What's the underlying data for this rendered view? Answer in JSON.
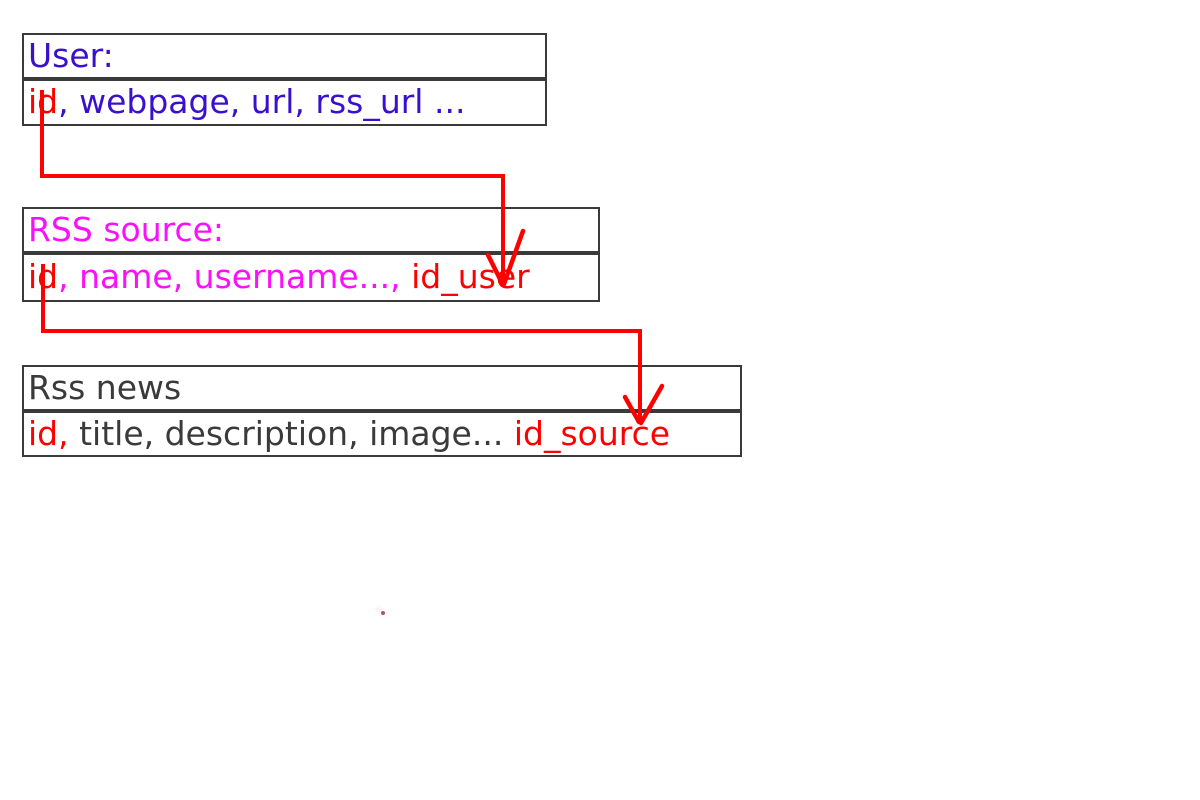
{
  "colors": {
    "border": "#3a3a3a",
    "arrow": "#ff0000",
    "key_red": "#ff0000",
    "user_blue": "#3a10cf",
    "source_magenta": "#fa10fa",
    "news_dark": "#3a3a3a",
    "stray_mark": "#a63055"
  },
  "tables": [
    {
      "name": "user",
      "title": "User:",
      "title_color": "#3a10cf",
      "segments": [
        {
          "text": "id",
          "color": "#ff0000"
        },
        {
          "text": ", webpage, url, rss_url ...",
          "color": "#3a10cf"
        }
      ]
    },
    {
      "name": "rss-source",
      "title": "RSS source:",
      "title_color": "#fa10fa",
      "segments": [
        {
          "text": "id",
          "color": "#ff0000"
        },
        {
          "text": ", name, username..., ",
          "color": "#fa10fa"
        },
        {
          "text": "id_user",
          "color": "#ff0000"
        }
      ]
    },
    {
      "name": "rss-news",
      "title": "Rss news",
      "title_color": "#3a3a3a",
      "segments": [
        {
          "text": "id, ",
          "color": "#ff0000"
        },
        {
          "text": "title, description, image... ",
          "color": "#3a3a3a"
        },
        {
          "text": "id_source",
          "color": "#ff0000"
        }
      ]
    }
  ],
  "arrows": [
    {
      "from": "User.id",
      "to": "RSS source.id_user"
    },
    {
      "from": "RSS source.id",
      "to": "Rss news.id_source"
    }
  ]
}
